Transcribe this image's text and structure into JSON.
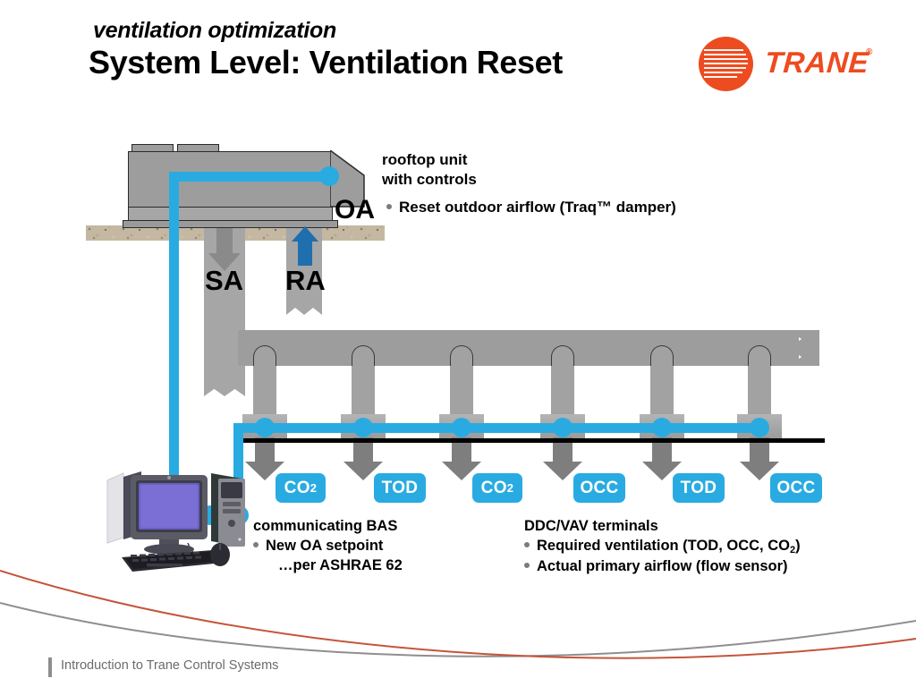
{
  "header": {
    "kicker": "ventilation optimization",
    "title": "System Level: Ventilation Reset"
  },
  "brand": {
    "name": "TRANE",
    "registered": "®",
    "logo_color": "#ED4B20"
  },
  "diagram": {
    "rtu_callout_line1": "rooftop unit",
    "rtu_callout_line2": "with controls",
    "oa_label": "OA",
    "oa_bullet": "Reset outdoor airflow (Traq™ damper)",
    "sa_label": "SA",
    "ra_label": "RA",
    "terminals": [
      {
        "label": "CO",
        "sub": "2"
      },
      {
        "label": "TOD",
        "sub": ""
      },
      {
        "label": "CO",
        "sub": "2"
      },
      {
        "label": "OCC",
        "sub": ""
      },
      {
        "label": "TOD",
        "sub": ""
      },
      {
        "label": "OCC",
        "sub": ""
      }
    ],
    "colors": {
      "control_wire": "#29ABE2",
      "badge": "#29ABE2",
      "duct": "#9d9d9d",
      "return_arrow": "#1F6FAF",
      "bus": "#000000"
    }
  },
  "notes": {
    "bas": {
      "heading": "communicating BAS",
      "bullet1": "New OA setpoint",
      "bullet1_cont": "…per ASHRAE 62"
    },
    "ddc": {
      "heading": "DDC/VAV terminals",
      "bullet1_pre": "Required ventilation (TOD, OCC, CO",
      "bullet1_sub": "2",
      "bullet1_post": ")",
      "bullet2": "Actual primary airflow (flow sensor)"
    }
  },
  "footer": {
    "text": "Introduction to Trane Control Systems",
    "accent_gray": "#8e8e8e",
    "accent_orange": "#C4553A"
  }
}
